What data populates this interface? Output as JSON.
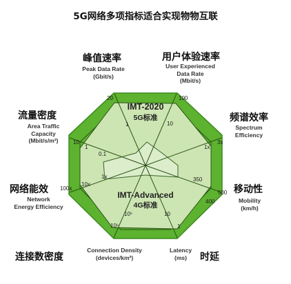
{
  "title": "5G网络多项指标适合实现物物互联",
  "colors": {
    "outer_green": "#5db22f",
    "outer_dark": "#3c8a1f",
    "inner_light": "#cde5b3",
    "line": "#2b5418"
  },
  "axes": [
    {
      "key": "peak",
      "cn": "峰值速率",
      "en": [
        "Peak Data Rate",
        "(Gbit/s)"
      ],
      "ticks": [
        "20",
        "1"
      ]
    },
    {
      "key": "user",
      "cn": "用户体验速率",
      "en": [
        "User Experienced",
        "Data Rate",
        "(Mbit/s)"
      ],
      "ticks": [
        "100",
        "10"
      ]
    },
    {
      "key": "spectrum",
      "cn": "频谱效率",
      "en": [
        "Spectrum",
        "Efficiency"
      ],
      "ticks": [
        "3x",
        "1x"
      ]
    },
    {
      "key": "mobility",
      "cn": "移动性",
      "en": [
        "Mobility",
        "(km/h)"
      ],
      "ticks": [
        "500",
        "350",
        "400"
      ]
    },
    {
      "key": "latency",
      "cn": "时延",
      "en": [
        "Latency",
        "(ms)"
      ],
      "ticks": [
        "1",
        "10"
      ]
    },
    {
      "key": "density",
      "cn": "连接数密度",
      "en": [
        "Connection Density",
        "(devices/km²)"
      ],
      "ticks": [
        "10⁶",
        "10⁵"
      ]
    },
    {
      "key": "energy",
      "cn": "网络能效",
      "en": [
        "Network",
        "Energy Efficiency"
      ],
      "ticks": [
        "100x",
        "10x",
        "1x"
      ]
    },
    {
      "key": "traffic",
      "cn": "流量密度",
      "en": [
        "Area Traffic",
        "Capacity",
        "(Mbit/s/m²)"
      ],
      "ticks": [
        "10",
        "1",
        "0.1"
      ]
    }
  ],
  "ring_labels": {
    "outer_main": "IMT-2020",
    "outer_sub": "5G标准",
    "inner_main": "IMT-Advanced",
    "inner_sub": "4G标准"
  }
}
